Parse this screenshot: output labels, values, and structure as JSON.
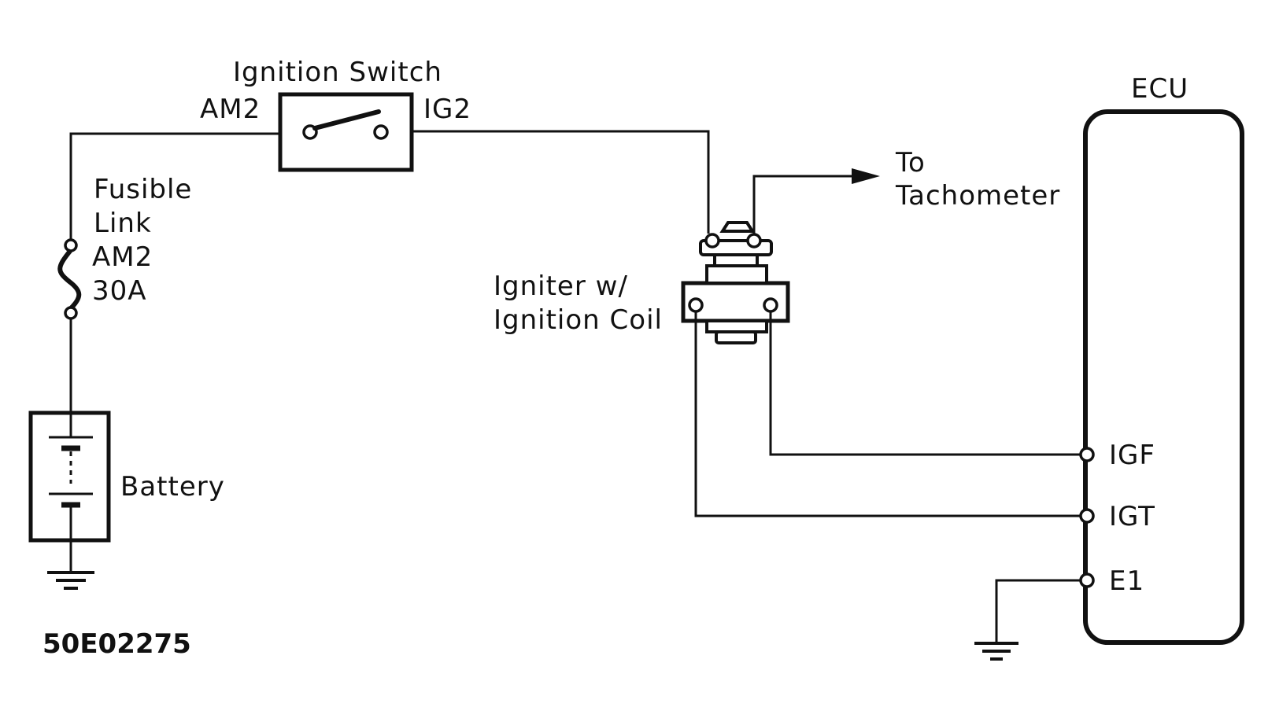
{
  "labels": {
    "ignition_switch": "Ignition Switch",
    "am2_terminal": "AM2",
    "ig2_terminal": "IG2",
    "ecu": "ECU",
    "to": "To",
    "tachometer": "Tachometer",
    "fusible": "Fusible",
    "link": "Link",
    "fuse_am2": "AM2",
    "fuse_rating": "30A",
    "igniter_line1": "Igniter w/",
    "igniter_line2": "Ignition Coil",
    "battery": "Battery",
    "igf": "IGF",
    "igt": "IGT",
    "e1": "E1",
    "figure_code": "50E02275"
  }
}
